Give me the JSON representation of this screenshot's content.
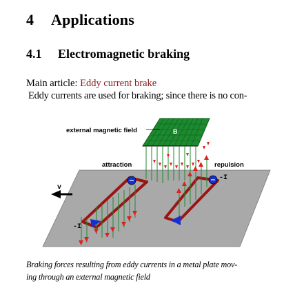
{
  "section": {
    "number": "4",
    "title": "Applications"
  },
  "subsection": {
    "number": "4.1",
    "title": "Electromagnetic braking"
  },
  "main_article": {
    "prefix": "Main article: ",
    "link": "Eddy current brake"
  },
  "body_line": "Eddy currents are used for braking; since there is no con-",
  "figure": {
    "labels": {
      "field": "external magnetic field",
      "b": "B",
      "attraction": "attraction",
      "repulsion": "repulsion",
      "velocity": "v",
      "current_pos": "-I",
      "current_neg": "-I"
    },
    "colors": {
      "plate": "#a9a9a9",
      "magnet": "#1c8a2e",
      "loop": "#9a1414",
      "arrow": "#e02020",
      "field_line": "#1a8a2a",
      "charge": "#1530d0"
    }
  },
  "caption": {
    "line1": "Braking forces resulting from eddy currents in a metal plate mov-",
    "line2": "ing through an external magnetic field"
  }
}
